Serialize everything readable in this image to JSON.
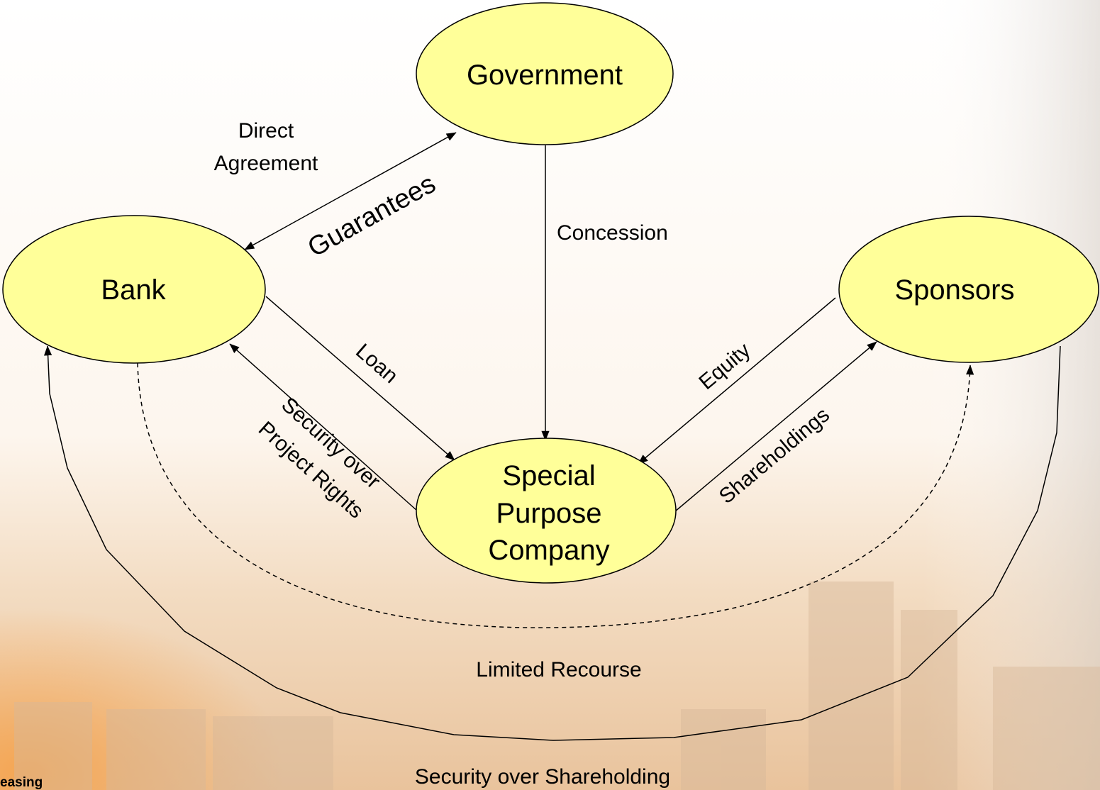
{
  "colors": {
    "node_fill": "#FFFF99",
    "node_stroke": "#000000",
    "line": "#000000"
  },
  "nodes": {
    "government": "Government",
    "bank": "Bank",
    "sponsors": "Sponsors",
    "spc": {
      "line1": "Special",
      "line2": "Purpose",
      "line3": "Company"
    }
  },
  "edges": {
    "direct_agreement": {
      "line1": "Direct",
      "line2": "Agreement"
    },
    "guarantees": "Guarantees",
    "concession": "Concession",
    "loan": "Loan",
    "security_project_rights": {
      "line1": "Security over",
      "line2": "Project Rights"
    },
    "equity": "Equity",
    "shareholdings": "Shareholdings",
    "limited_recourse": "Limited Recourse",
    "security_shareholding": "Security over Shareholding"
  },
  "footer": {
    "corner_text": "easing"
  }
}
